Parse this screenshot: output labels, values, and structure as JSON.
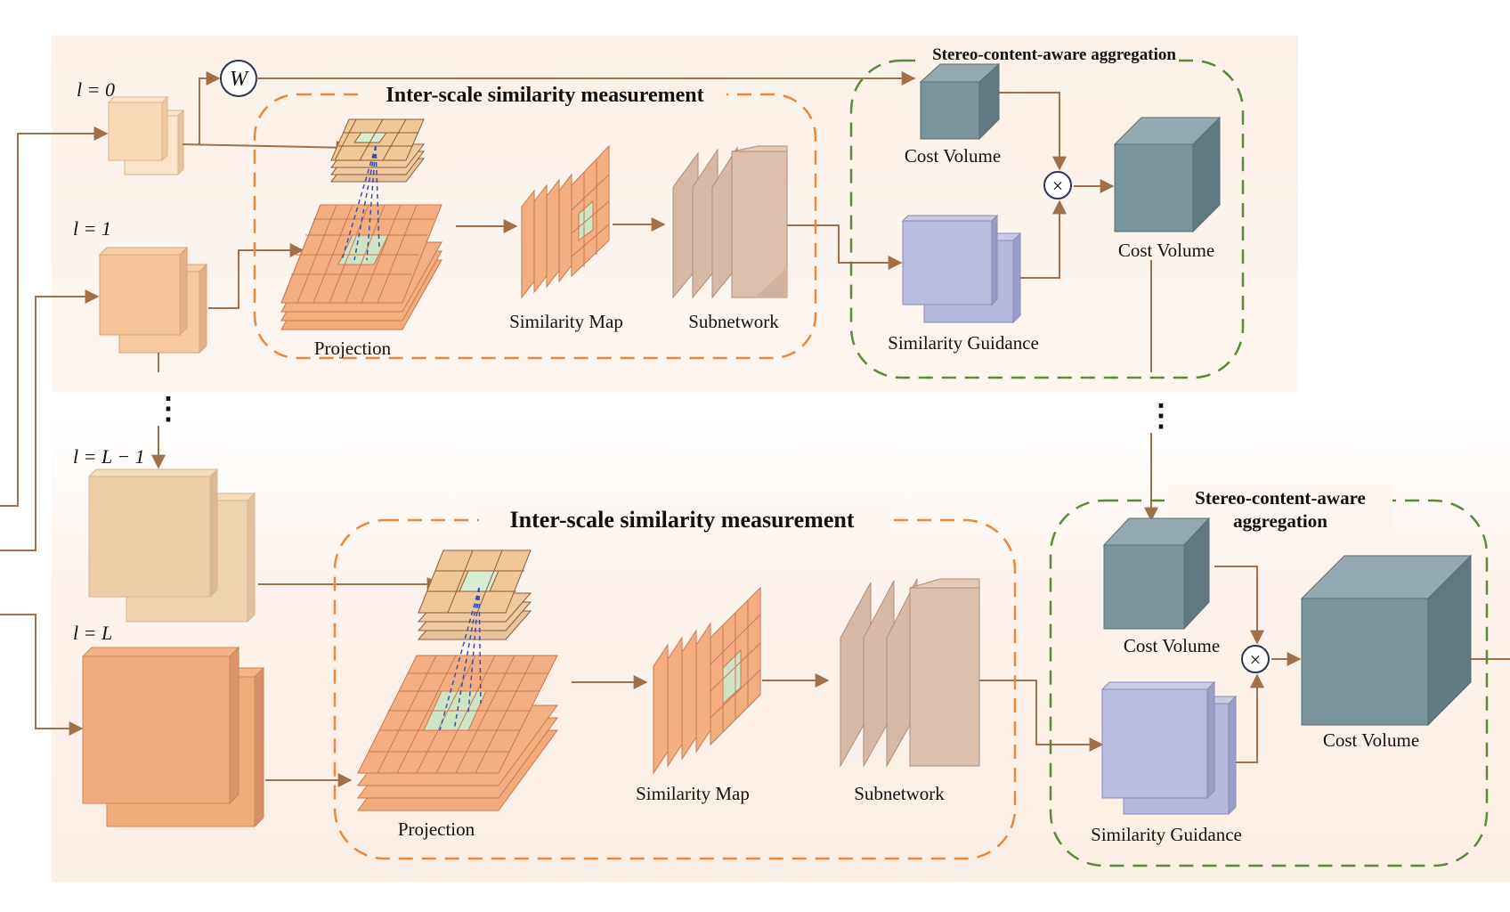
{
  "labels": {
    "l0": "l = 0",
    "l1": "l = 1",
    "lL1": "l = L − 1",
    "lL": "l = L",
    "w": "W",
    "multiply": "×",
    "vdots": "⋮"
  },
  "top": {
    "module_title": "Inter-scale similarity measurement",
    "projection": "Projection",
    "similarity_map": "Similarity Map",
    "subnetwork": "Subnetwork",
    "agg_title": "Stereo-content-aware aggregation",
    "cost_volume_in": "Cost Volume",
    "cost_volume_out": "Cost Volume",
    "similarity_guidance": "Similarity Guidance"
  },
  "bottom": {
    "module_title": "Inter-scale similarity measurement",
    "projection": "Projection",
    "similarity_map": "Similarity Map",
    "subnetwork": "Subnetwork",
    "agg_title_line1": "Stereo-content-aware",
    "agg_title_line2": "aggregation",
    "cost_volume_in": "Cost Volume",
    "cost_volume_out": "Cost Volume",
    "similarity_guidance": "Similarity Guidance"
  },
  "colors": {
    "arrow": "#a0704a",
    "orange_dash": "#e8883c",
    "green_dash": "#5a8a3a",
    "feature_light": "#f8d9b8",
    "feature_mid": "#f4c39a",
    "feature_dark": "#f0a878",
    "cost_volume": "#7a949c",
    "guidance": "#b4b8dc",
    "subnetwork": "#d6b8a4",
    "grid_orange": "#f2a878",
    "grid_highlight": "#cfe4c4"
  }
}
